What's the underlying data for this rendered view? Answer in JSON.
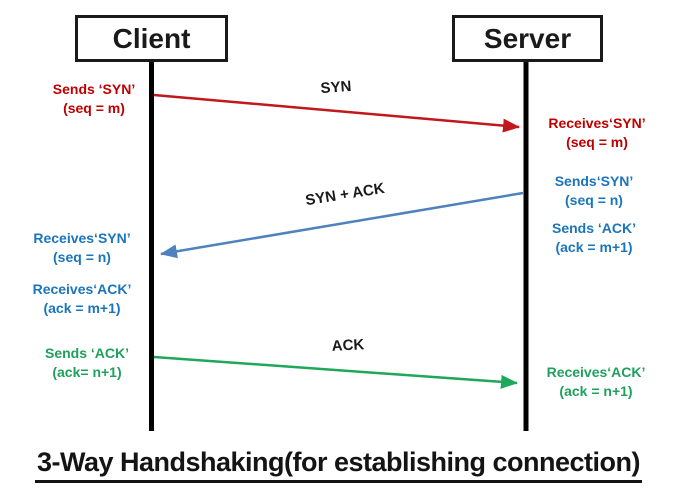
{
  "title": "3-Way Handshaking(for establishing connection)",
  "actors": {
    "client": "Client",
    "server": "Server"
  },
  "colors": {
    "syn_arrow": "#c0181c",
    "syn_ack_arrow": "#4f81bd",
    "ack_arrow": "#1fa75a",
    "red_text": "#c00000",
    "blue_text": "#1b75bc",
    "green_text": "#1fa05c",
    "lifeline": "#000000"
  },
  "messages": {
    "syn": {
      "label": "SYN",
      "client_note_line1": "Sends ‘SYN’",
      "client_note_line2": "(seq = m)",
      "server_note_line1": "Receives‘SYN’",
      "server_note_line2": "(seq = m)"
    },
    "syn_ack": {
      "label": "SYN + ACK",
      "server_send_syn_line1": "Sends‘SYN’",
      "server_send_syn_line2": "(seq = n)",
      "server_send_ack_line1": "Sends ‘ACK’",
      "server_send_ack_line2": "(ack = m+1)",
      "client_recv_syn_line1": "Receives‘SYN’",
      "client_recv_syn_line2": "(seq = n)",
      "client_recv_ack_line1": "Receives‘ACK’",
      "client_recv_ack_line2": "(ack = m+1)"
    },
    "ack": {
      "label": "ACK",
      "client_note_line1": "Sends ‘ACK’",
      "client_note_line2": "(ack= n+1)",
      "server_note_line1": "Receives‘ACK’",
      "server_note_line2": "(ack = n+1)"
    }
  }
}
